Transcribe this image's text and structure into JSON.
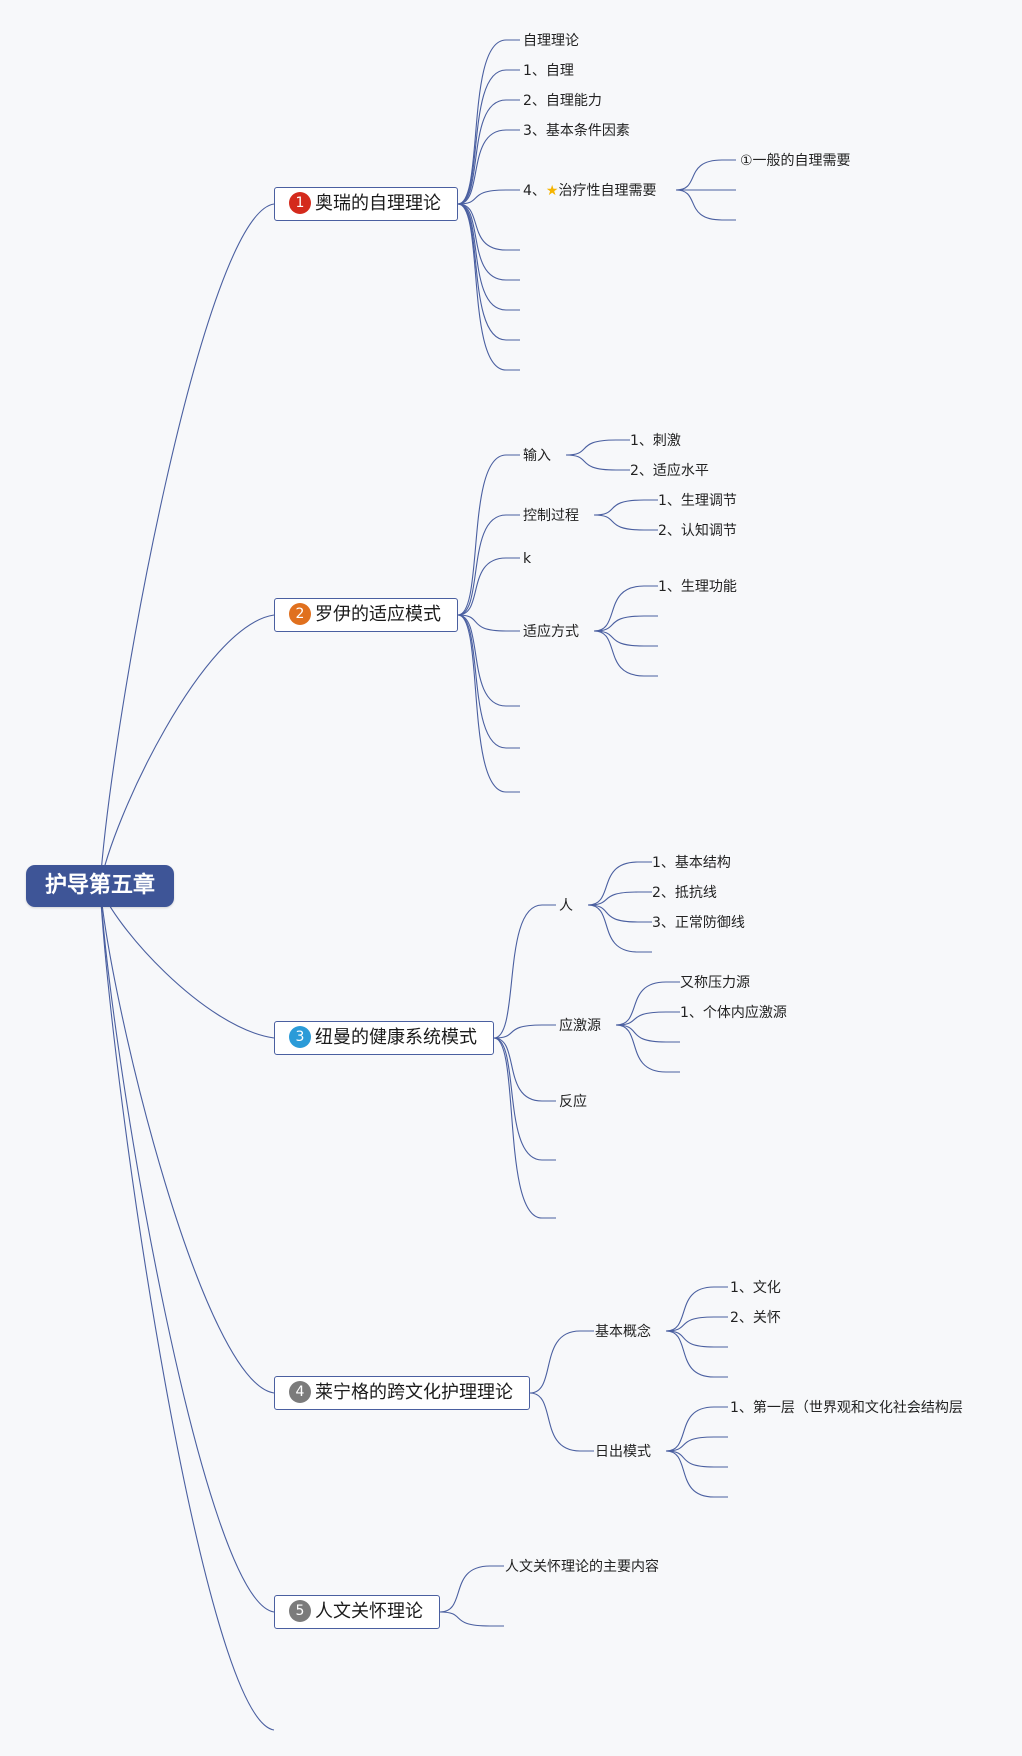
{
  "root": {
    "label": "护导第五章"
  },
  "topics": [
    {
      "num": "1",
      "label": "奥瑞的自理理论",
      "color": "#d42a1c"
    },
    {
      "num": "2",
      "label": "罗伊的适应模式",
      "color": "#e0701e"
    },
    {
      "num": "3",
      "label": "纽曼的健康系统模式",
      "color": "#2b9bd8"
    },
    {
      "num": "4",
      "label": "莱宁格的跨文化护理理论",
      "color": "#7b7b7b"
    },
    {
      "num": "5",
      "label": "人文关怀理论",
      "color": "#7b7b7b"
    }
  ],
  "orem": {
    "items": [
      "自理理论",
      "1、自理",
      "2、自理能力",
      "3、基本条件因素"
    ],
    "therapeutic": {
      "prefix": "4、",
      "icon": "star-icon",
      "glyph": "★",
      "label": "治疗性自理需要"
    },
    "therapeutic_sub": [
      "①一般的自理需要"
    ]
  },
  "roy": {
    "input": {
      "label": "输入",
      "children": [
        "1、刺激",
        "2、适应水平"
      ]
    },
    "control": {
      "label": "控制过程",
      "children": [
        "1、生理调节",
        "2、认知调节"
      ]
    },
    "k": {
      "label": "k"
    },
    "mode": {
      "label": "适应方式",
      "children": [
        "1、生理功能"
      ]
    }
  },
  "neuman": {
    "person": {
      "label": "人",
      "children": [
        "1、基本结构",
        "2、抵抗线",
        "3、正常防御线"
      ]
    },
    "stressor": {
      "label": "应激源",
      "children": [
        "又称压力源",
        "1、个体内应激源"
      ]
    },
    "reaction": {
      "label": "反应"
    }
  },
  "leininger": {
    "concepts": {
      "label": "基本概念",
      "children": [
        "1、文化",
        "2、关怀"
      ]
    },
    "sunrise": {
      "label": "日出模式",
      "children": [
        "1、第一层（世界观和文化社会结构层"
      ]
    }
  },
  "humanistic": {
    "items": [
      "人文关怀理论的主要内容"
    ]
  }
}
